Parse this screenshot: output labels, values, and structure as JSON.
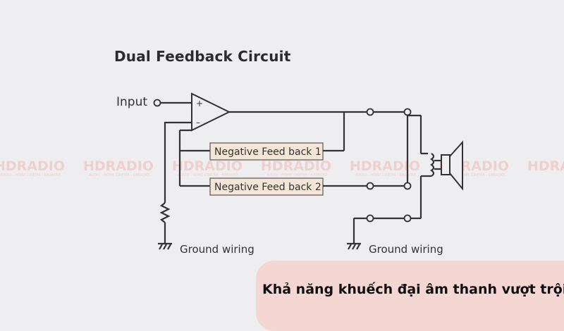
{
  "diagram": {
    "title": "Dual Feedback Circuit",
    "input_label": "Input",
    "plus_sign": "+",
    "minus_sign": "–",
    "feedback_1": "Negative Feed back 1",
    "feedback_2": "Negative Feed back 2",
    "ground_left": "Ground wiring",
    "ground_right": "Ground wiring"
  },
  "watermark": {
    "brand": "HDRADIO",
    "tagline": "AUDIO - HOME CINEMA - KARAOKE",
    "color": "#f1b8b0"
  },
  "banner": {
    "text": "Khả năng khuếch đại âm thanh vượt trội",
    "background": "#f4d7d3"
  }
}
